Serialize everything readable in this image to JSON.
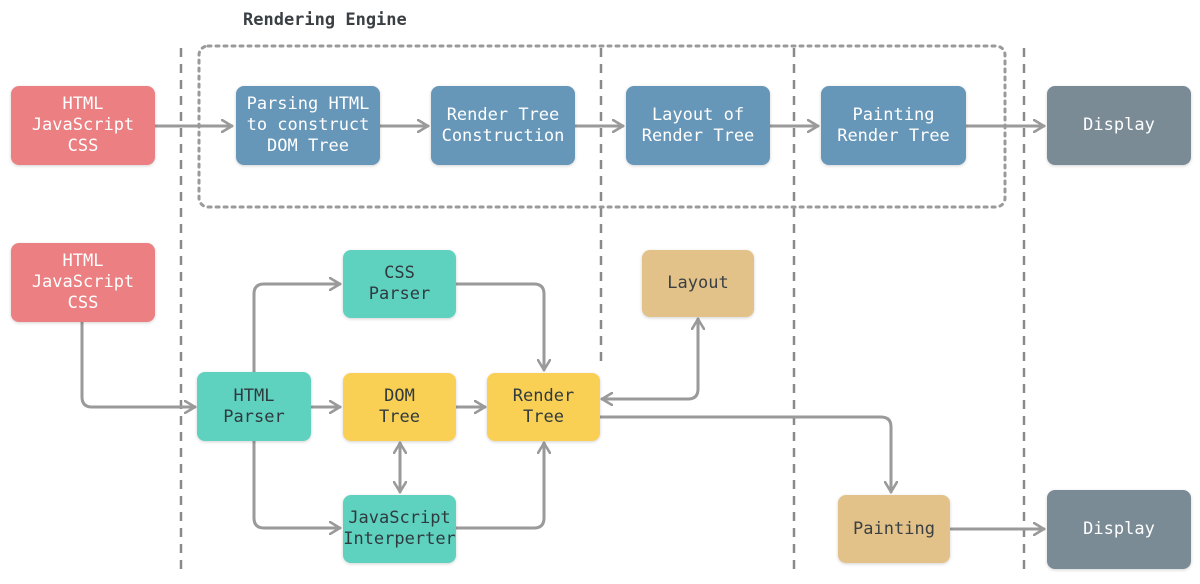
{
  "diagram": {
    "title": "Rendering Engine",
    "top_flow": {
      "input": "HTML\nJavaScript\nCSS",
      "parse": "Parsing HTML\nto construct\nDOM Tree",
      "render_tree": "Render Tree\nConstruction",
      "layout": "Layout of\nRender Tree",
      "painting": "Painting\nRender Tree",
      "display": "Display"
    },
    "bottom_flow": {
      "input": "HTML\nJavaScript\nCSS",
      "html_parser": "HTML\nParser",
      "css_parser": "CSS\nParser",
      "dom_tree": "DOM\nTree",
      "js_interpreter": "JavaScript\nInterperter",
      "render_tree": "Render\nTree",
      "layout": "Layout",
      "painting": "Painting",
      "display": "Display"
    },
    "colors": {
      "input": "#ec7f82",
      "engine_step": "#6696b8",
      "display": "#7a8b96",
      "parser": "#5fd1bf",
      "tree": "#fad054",
      "layout_paint": "#e2c288",
      "connector": "#9a9a9a",
      "divider": "#8a8a8a"
    }
  }
}
